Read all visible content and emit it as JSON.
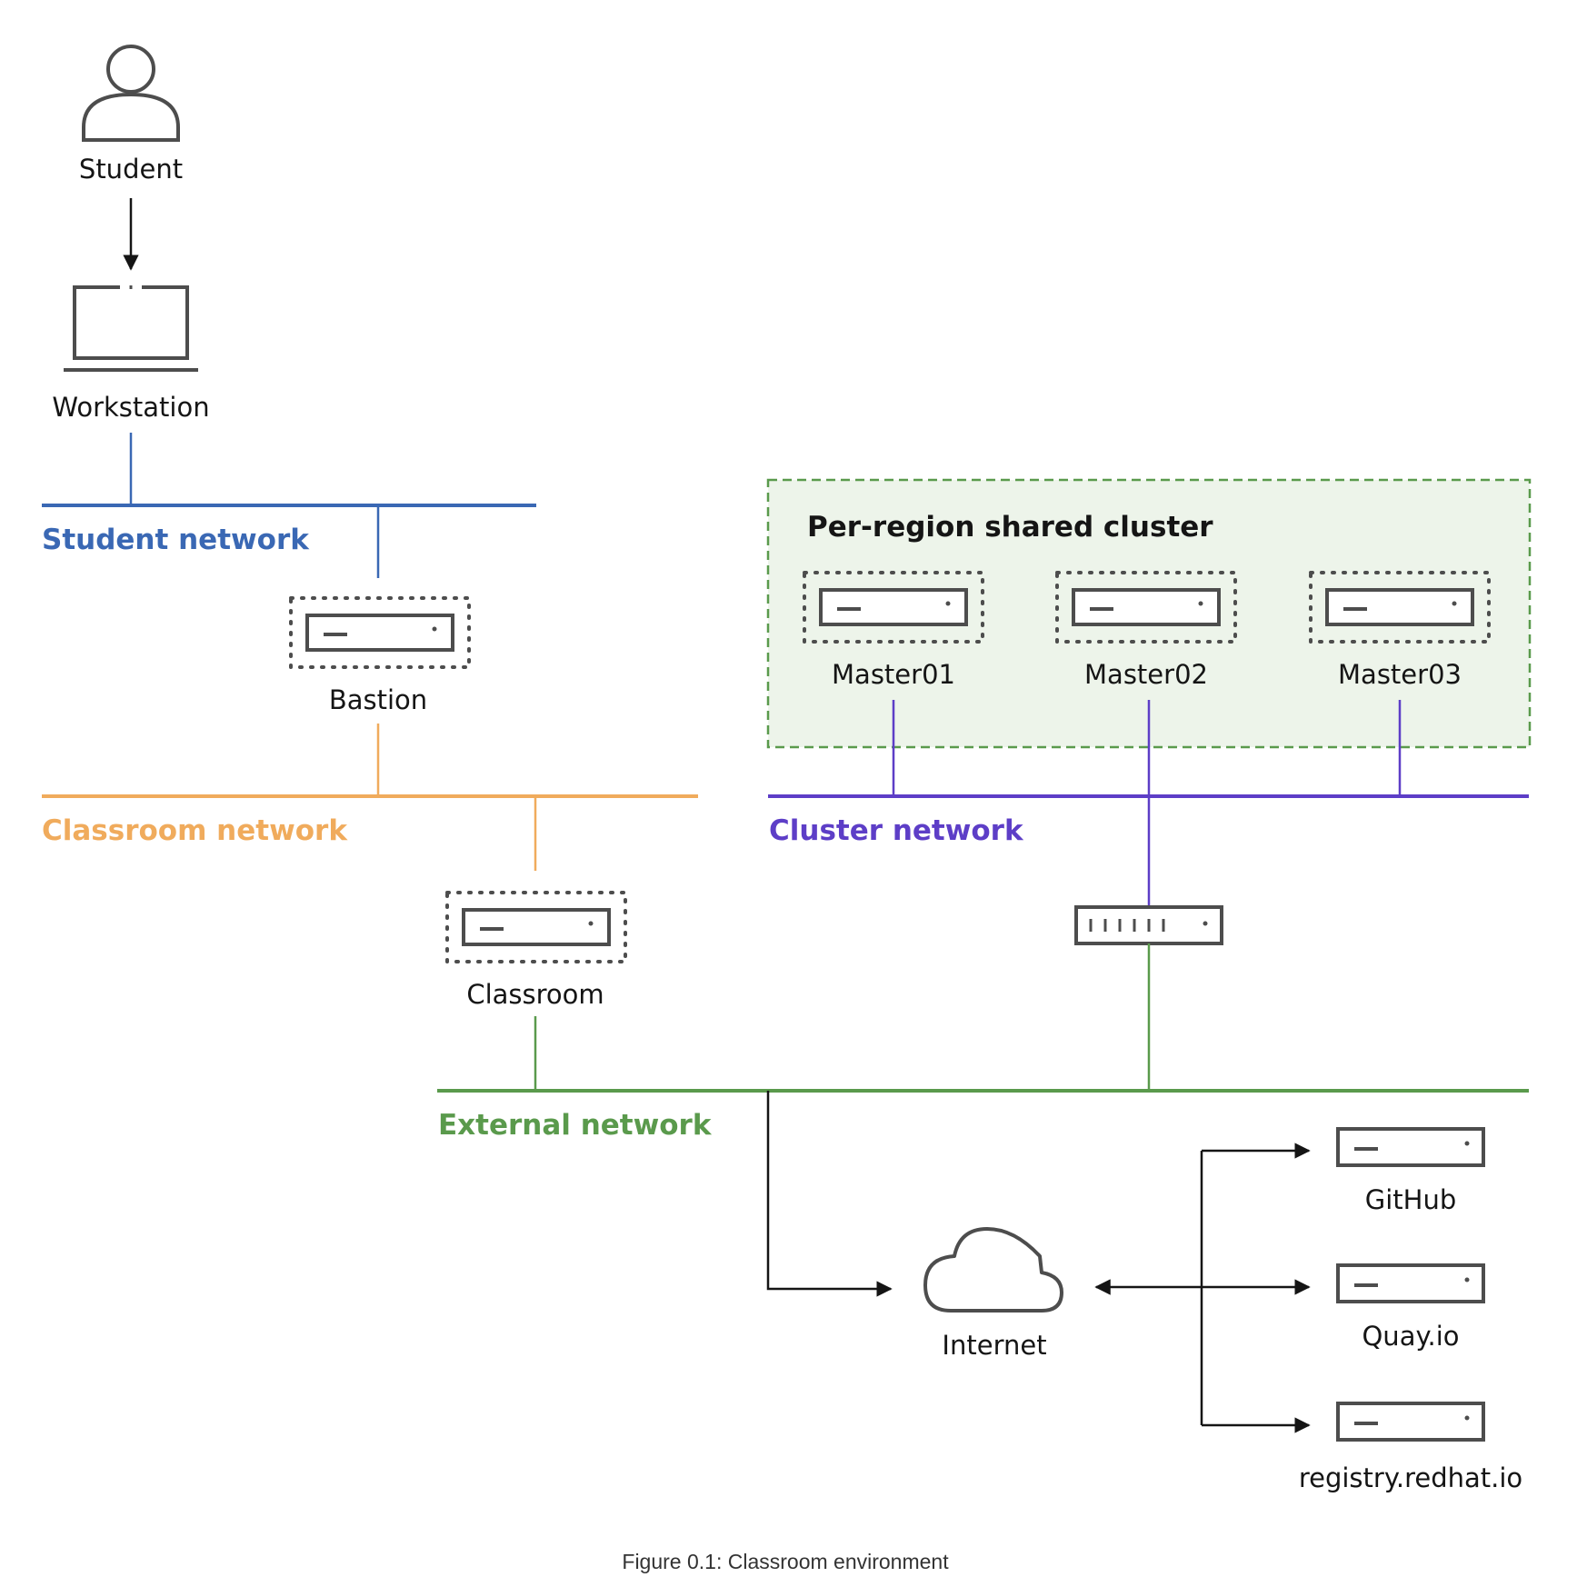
{
  "colors": {
    "student_network": "#3a68b4",
    "classroom_network": "#f0ab5c",
    "cluster_network": "#5d3ec7",
    "external_network": "#5a9a4c",
    "cluster_fill": "#edf4ea",
    "cluster_border": "#5a9a4c",
    "icon": "#4d4d4d",
    "arrow": "#151515"
  },
  "nodes": {
    "student": "Student",
    "workstation": "Workstation",
    "bastion": "Bastion",
    "classroom": "Classroom",
    "master01": "Master01",
    "master02": "Master02",
    "master03": "Master03",
    "internet": "Internet",
    "github": "GitHub",
    "quay": "Quay.io",
    "registry": "registry.redhat.io"
  },
  "networks": {
    "student": "Student network",
    "classroom": "Classroom network",
    "cluster": "Cluster network",
    "external": "External network"
  },
  "cluster_group": {
    "title": "Per-region shared cluster"
  },
  "caption": "Figure 0.1: Classroom environment",
  "icons": {
    "student": "person-icon",
    "workstation": "laptop-icon",
    "server": "server-icon",
    "switch": "network-switch-icon",
    "internet": "cloud-icon"
  }
}
